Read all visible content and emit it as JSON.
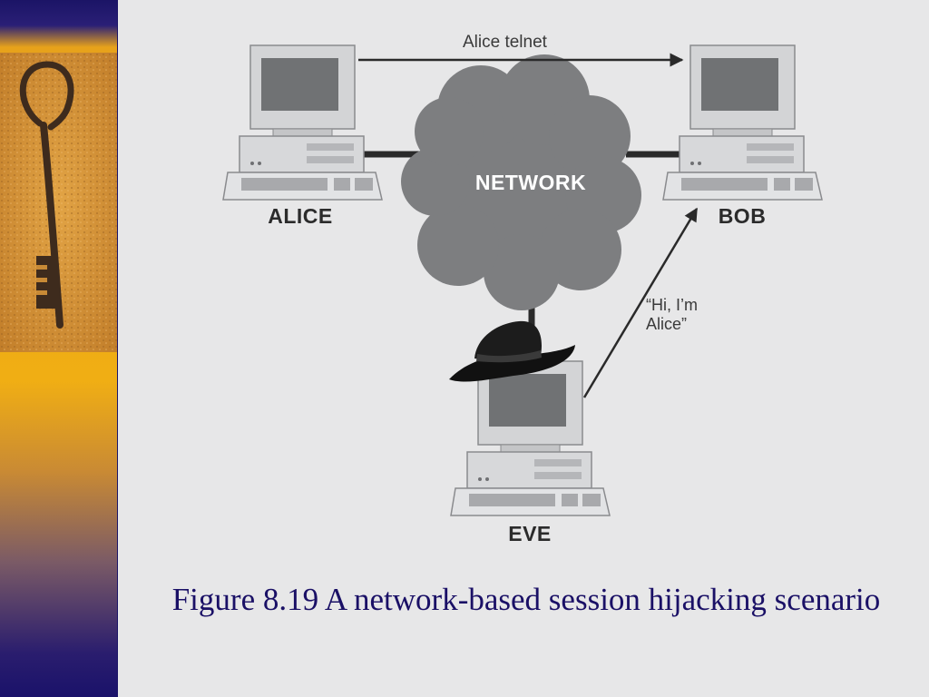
{
  "nodes": {
    "alice": "ALICE",
    "bob": "BOB",
    "eve": "EVE",
    "network": "NETWORK"
  },
  "edges": {
    "telnet": "Alice telnet",
    "spoof": "“Hi, I’m\nAlice”"
  },
  "caption": "Figure 8.19  A network-based session hijacking scenario",
  "icons": {
    "sidebar_image": "antique-key-icon",
    "computer": "desktop-computer-icon",
    "attacker": "fedora-hat-icon",
    "network": "cloud-icon"
  },
  "colors": {
    "caption": "#1a1066",
    "background": "#e7e7e8",
    "cloud": "#7d7e80",
    "sidebar_top": "#1b1466",
    "sidebar_mid": "#f0ae14"
  }
}
